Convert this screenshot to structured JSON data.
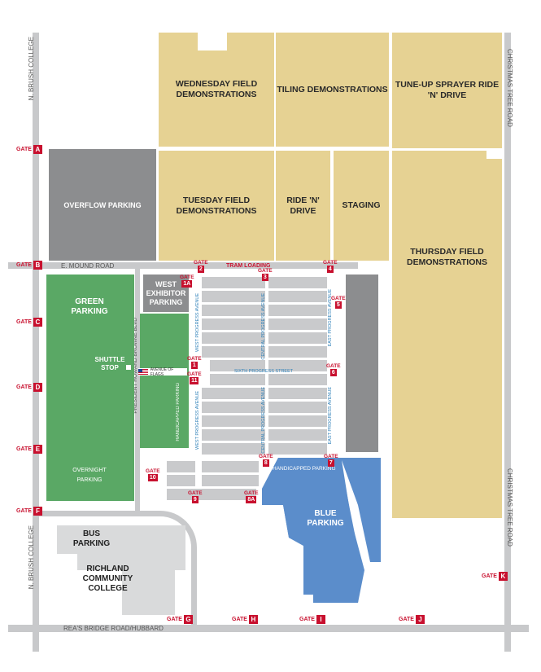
{
  "areas": {
    "wednesday": "WEDNESDAY FIELD DEMONSTRATIONS",
    "tiling": "TILING DEMONSTRATIONS",
    "tuneup": "TUNE-UP SPRAYER RIDE 'N' DRIVE",
    "tuesday": "TUESDAY FIELD DEMONSTRATIONS",
    "ride": "RIDE 'N' DRIVE",
    "staging": "STAGING",
    "thursday": "THURSDAY FIELD DEMONSTRATIONS",
    "overflow": "OVERFLOW PARKING",
    "green": "GREEN PARKING",
    "shuttle": "SHUTTLE STOP",
    "overnight": "OVERNIGHT PARKING",
    "west_exhibitor": "WEST EXHIBITOR PARKING",
    "handicapped_west": "HANDICAPPED PARKING",
    "handicapped_south": "HANDICAPPED PARKING",
    "blue": "BLUE PARKING",
    "bus": "BUS PARKING",
    "college": "RICHLAND COMMUNITY COLLEGE",
    "flags": "AVENUE OF FLAGS",
    "tram": "TRAM LOADING"
  },
  "roads": {
    "brush_top": "N. BRUSH COLLEGE",
    "brush_bottom": "N. BRUSH COLLEGE",
    "christmas_top": "CHRISTMAS TREE ROAD",
    "christmas_bottom": "CHRISTMAS TREE ROAD",
    "mound": "E. MOUND ROAD",
    "reas": "REA'S BRIDGE ROAD/HUBBARD",
    "president": "PRESIDENT HOWARD BROWNE BLVD",
    "west_ave": "WEST PROGRESS AVENUE",
    "central_ave": "CENTRAL PROGRESS AVENUE",
    "east_ave": "EAST PROGRESS AVENUE",
    "sixth": "SIXTH PROGRESS STREET"
  },
  "gate_word": "GATE",
  "gates": {
    "A": "A",
    "B": "B",
    "C": "C",
    "D": "D",
    "E": "E",
    "F": "F",
    "G": "G",
    "H": "H",
    "I": "I",
    "J": "J",
    "K": "K",
    "g1": "1",
    "g1a": "1A",
    "g2": "2",
    "g3": "3",
    "g4": "4",
    "g5": "5",
    "g6": "6",
    "g7": "7",
    "g8": "8",
    "g8a": "8A",
    "g9": "9",
    "g10": "10",
    "g11": "11"
  },
  "colors": {
    "tan": "#e6d293",
    "green": "#5aa865",
    "blue": "#5b8dcb",
    "gate": "#c8102e",
    "gray": "#8c8d8f"
  }
}
